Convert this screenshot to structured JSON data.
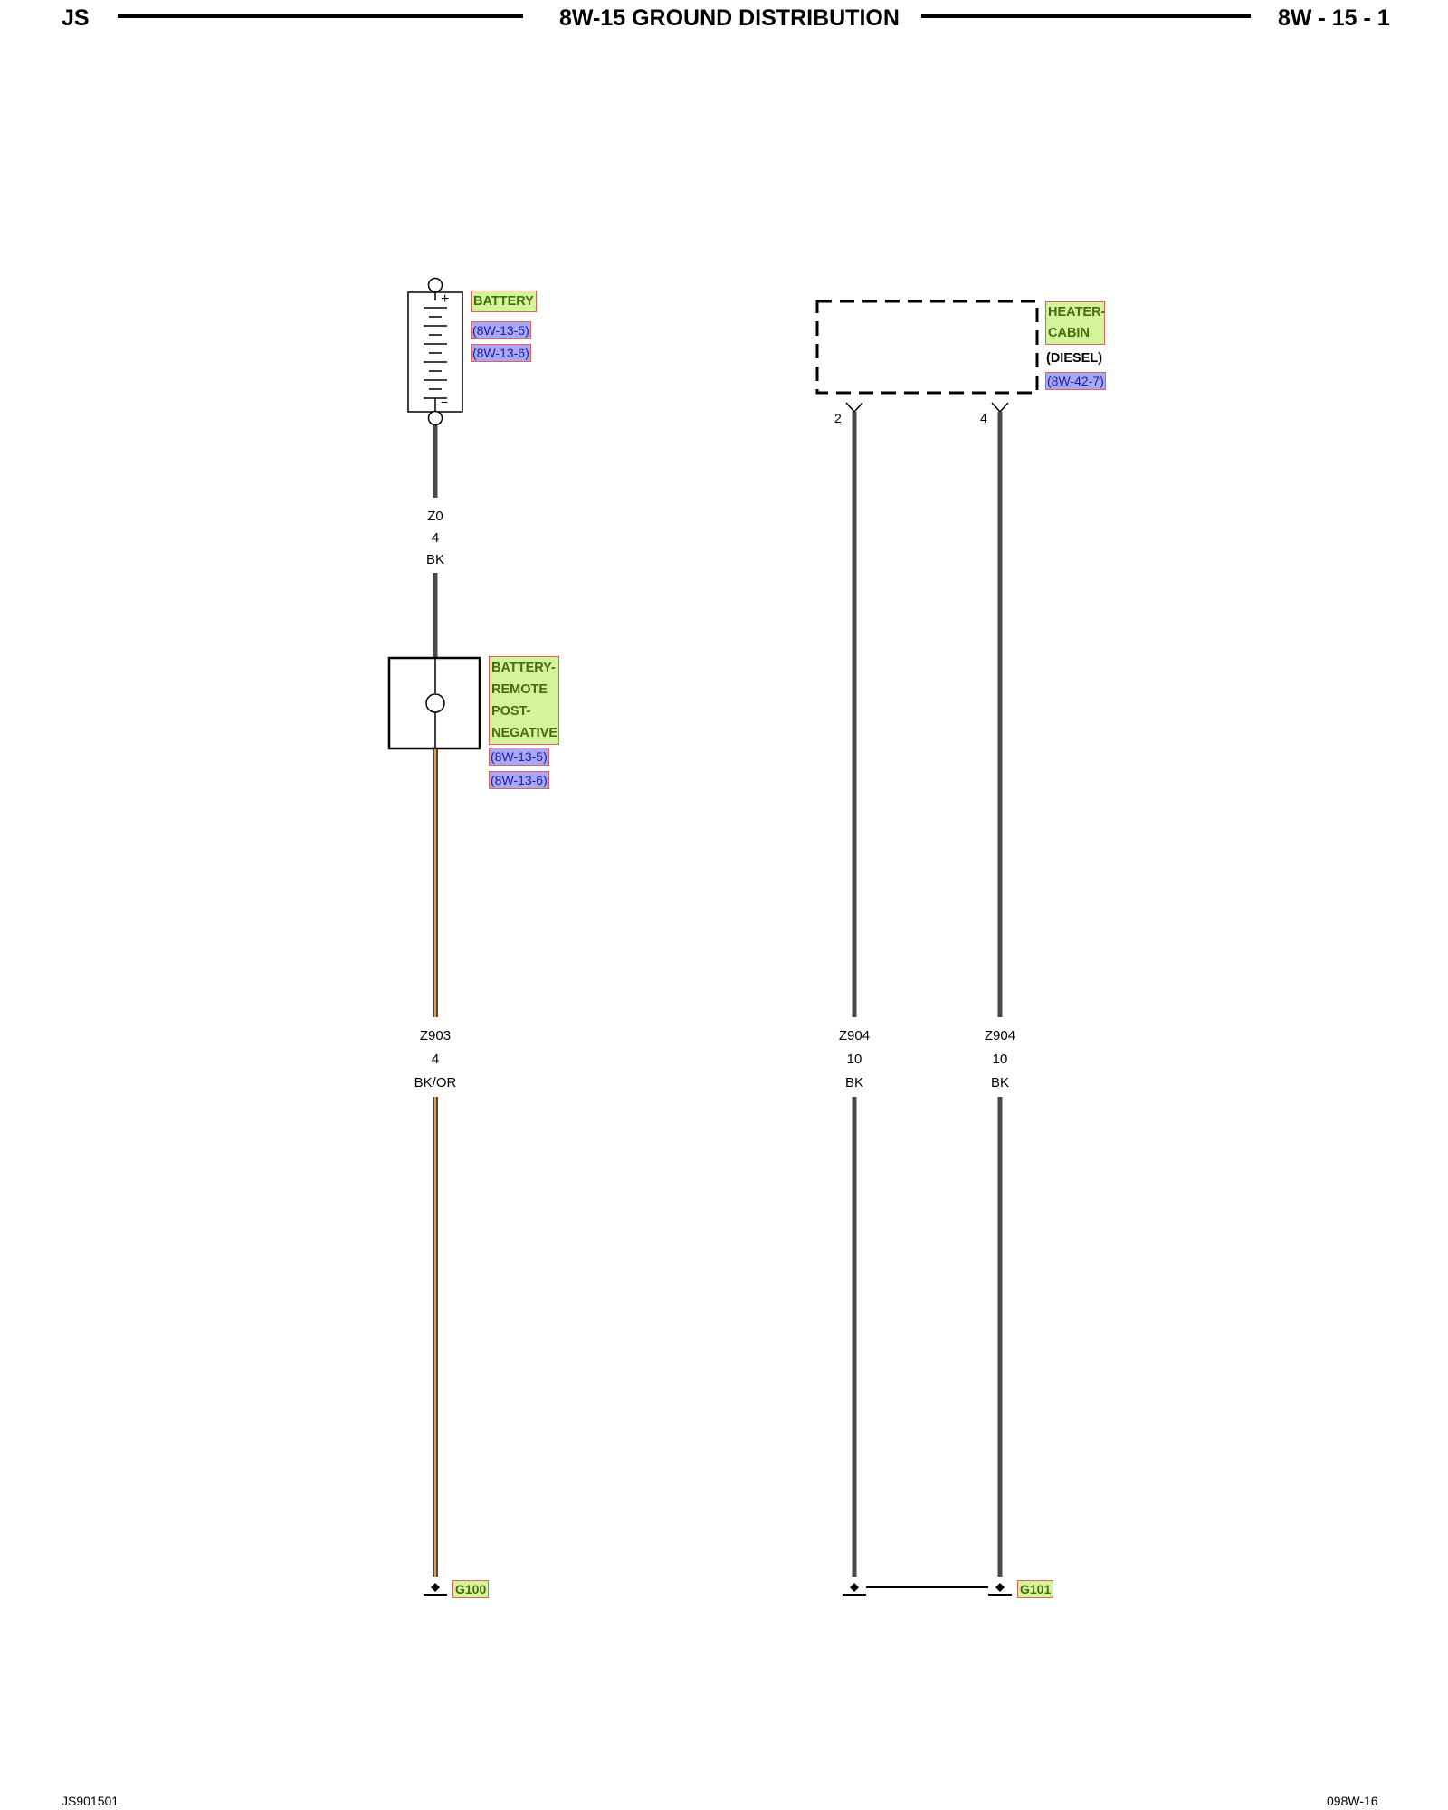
{
  "header": {
    "left": "JS",
    "title": "8W-15 GROUND DISTRIBUTION",
    "right": "8W - 15 - 1"
  },
  "footer": {
    "left": "JS901501",
    "right": "098W-16"
  },
  "components": {
    "battery": {
      "name": "BATTERY",
      "refs": [
        "(8W-13-5)",
        "(8W-13-6)"
      ],
      "plus": "+",
      "minus": "−"
    },
    "remote_post": {
      "name_lines": [
        "BATTERY-",
        "REMOTE",
        "POST-",
        "NEGATIVE"
      ],
      "refs": [
        "(8W-13-5)",
        "(8W-13-6)"
      ]
    },
    "heater": {
      "name_lines": [
        "HEATER-",
        "CABIN"
      ],
      "variant": "(DIESEL)",
      "ref": "(8W-42-7)",
      "pins": [
        "2",
        "4"
      ]
    }
  },
  "wires": [
    {
      "circuit": "Z0",
      "gauge": "4",
      "color": "BK"
    },
    {
      "circuit": "Z903",
      "gauge": "4",
      "color": "BK/OR"
    },
    {
      "circuit": "Z904",
      "gauge": "10",
      "color": "BK"
    },
    {
      "circuit": "Z904",
      "gauge": "10",
      "color": "BK"
    }
  ],
  "grounds": [
    "G100",
    "G101"
  ],
  "colors": {
    "wire_black": "#4a4a4a",
    "wire_orange": "#e8a040",
    "component_fill": "#d4f49c",
    "ref_fill": "#a9a9f3"
  }
}
